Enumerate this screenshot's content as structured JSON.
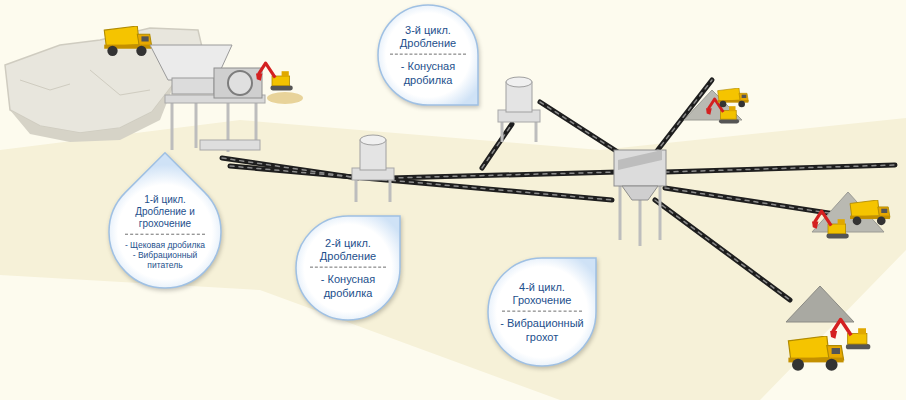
{
  "diagram": {
    "nodes": [
      {
        "text": [
          "1-й цикл. Дробление и грохочение",
          "- Щековая дробилка",
          "- Вибрационный питатель"
        ]
      },
      {
        "text": [
          "2-й цикл. Дробление",
          "- Конусная дробилка"
        ]
      },
      {
        "text": [
          "3-й цикл. Дробление",
          "- Конусная дробилка"
        ]
      },
      {
        "text": [
          "4-й цикл. Грохочение",
          "- Вибрационный грохот"
        ]
      }
    ]
  }
}
